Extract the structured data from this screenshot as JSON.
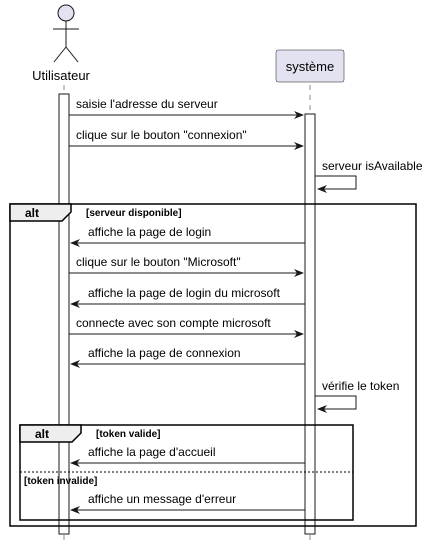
{
  "participants": {
    "actor": {
      "label": "Utilisateur",
      "fill": "#E2E2F0"
    },
    "system": {
      "label": "système",
      "fill": "#E2E2F0"
    }
  },
  "messages": [
    {
      "text": "saisie l'adresse du serveur",
      "direction": "right"
    },
    {
      "text": "clique sur le bouton \"connexion\"",
      "direction": "right"
    },
    {
      "text": "serveur isAvailable",
      "direction": "self"
    },
    {
      "text": "affiche la page de login",
      "direction": "left"
    },
    {
      "text": "clique sur le bouton \"Microsoft\"",
      "direction": "right"
    },
    {
      "text": "affiche la page de login du microsoft",
      "direction": "left"
    },
    {
      "text": "connecte avec son compte microsoft",
      "direction": "right"
    },
    {
      "text": "affiche la page de connexion",
      "direction": "left"
    },
    {
      "text": "vérifie le token",
      "direction": "self"
    },
    {
      "text": "affiche la page d'accueil",
      "direction": "left"
    },
    {
      "text": "affiche un message d'erreur",
      "direction": "left"
    }
  ],
  "fragments": {
    "outer": {
      "keyword": "alt",
      "guard": "[serveur disponible]"
    },
    "inner": {
      "keyword": "alt",
      "guard": "[token valide]",
      "else_guard": "[token invalide]"
    }
  }
}
